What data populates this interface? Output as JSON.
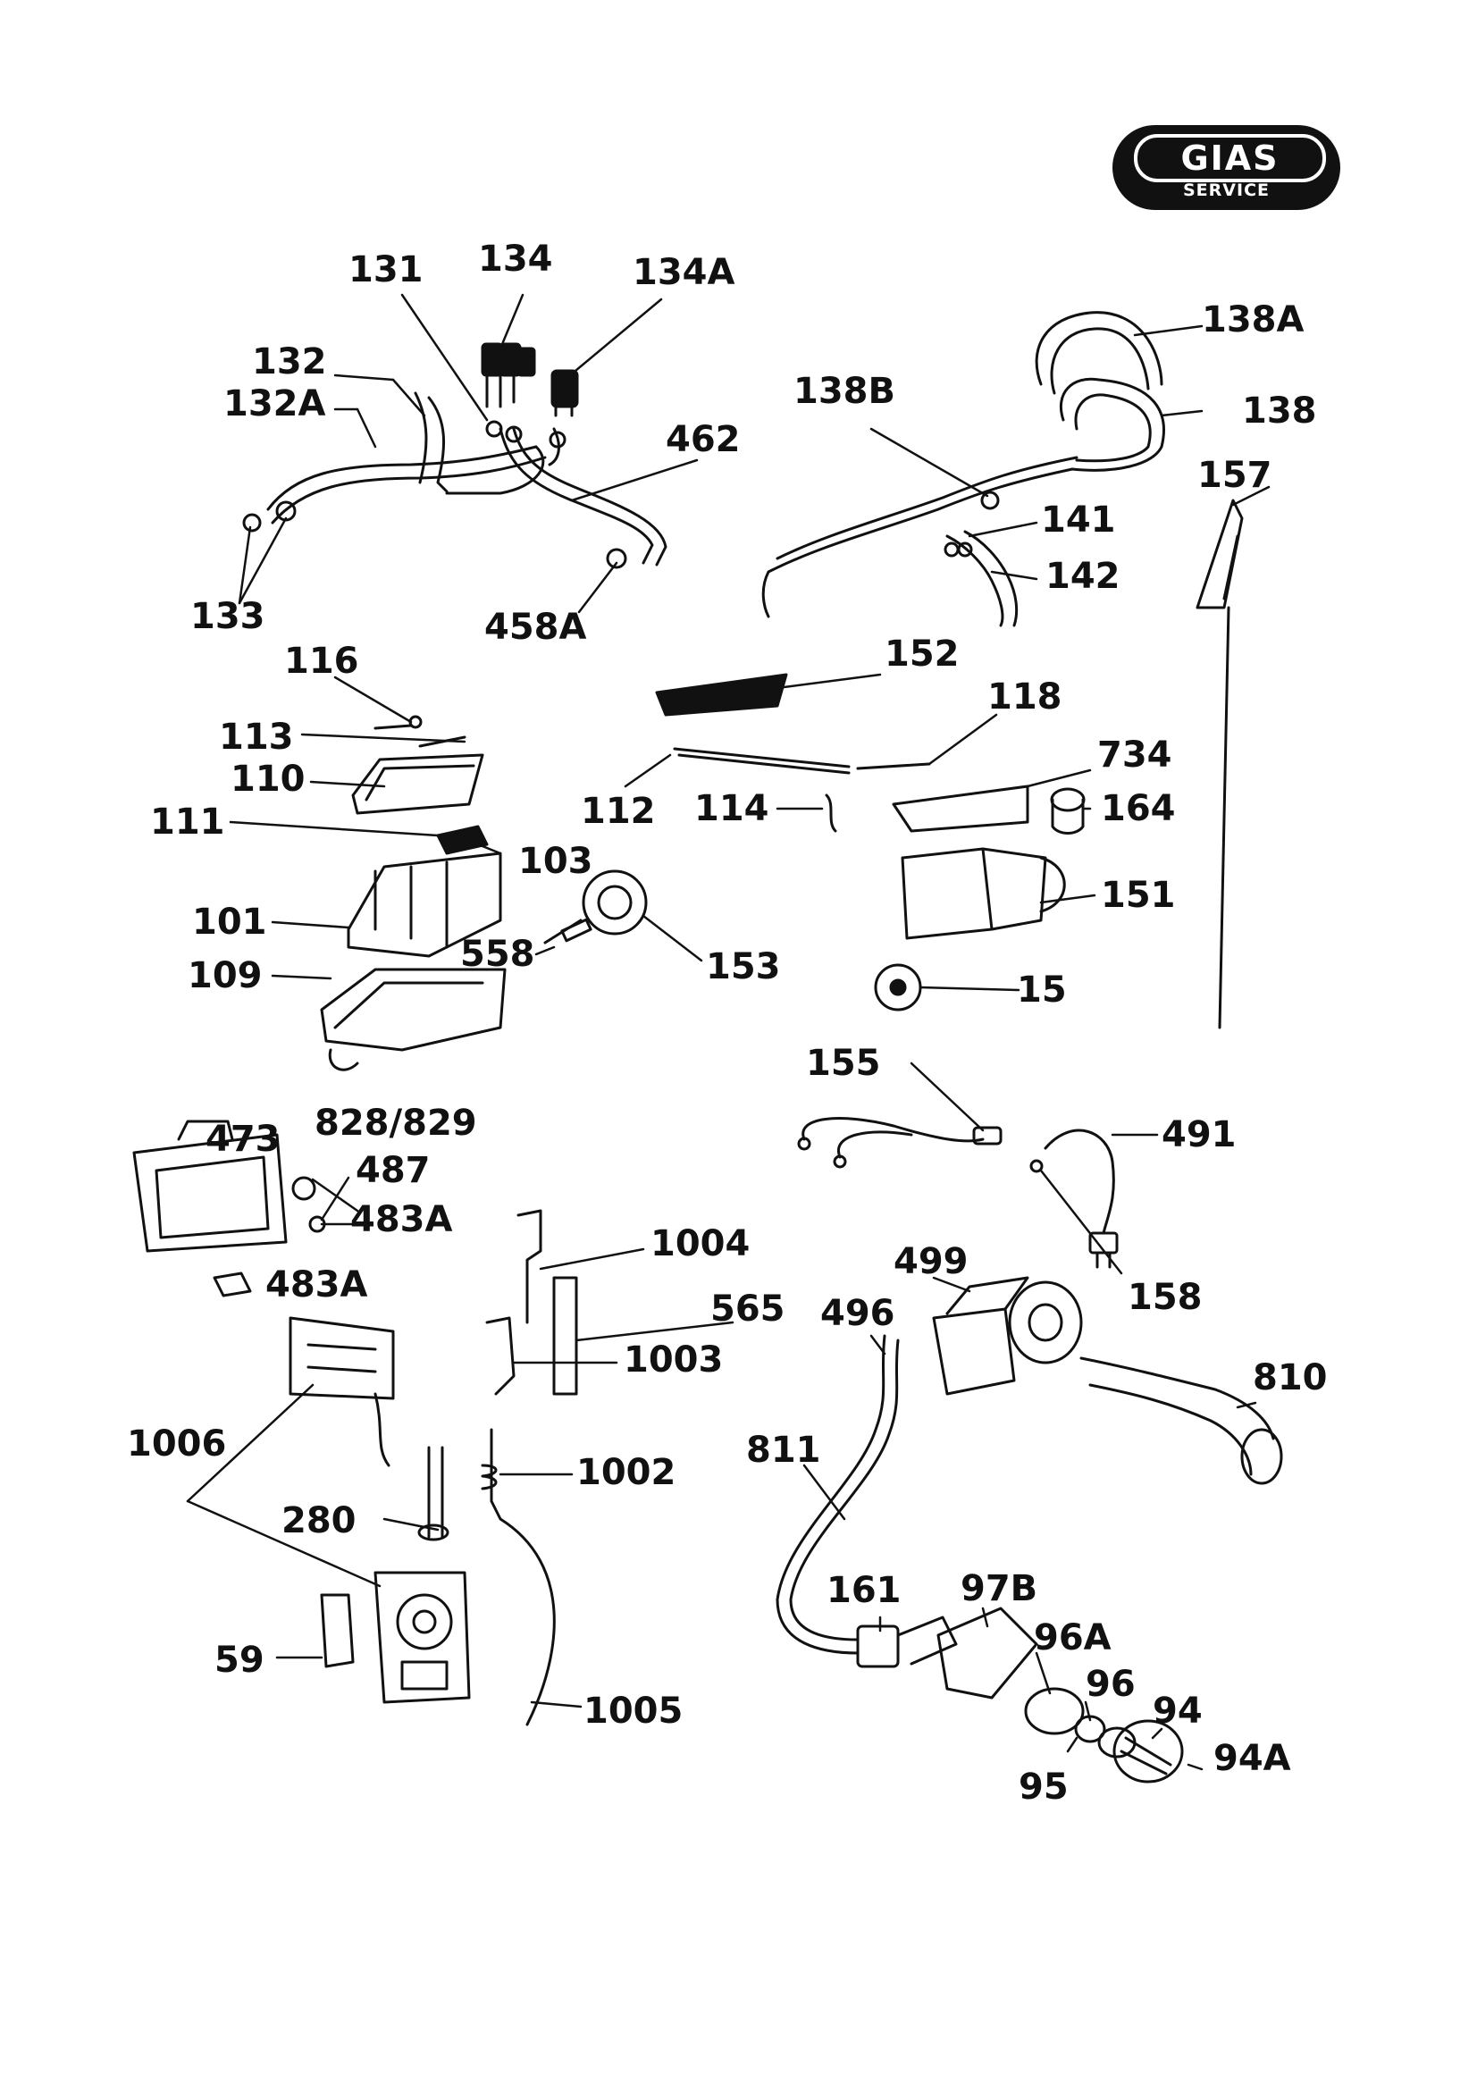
{
  "logo": {
    "brand": "GIAS",
    "tagline": "SERVICE"
  },
  "callouts": {
    "c131": "131",
    "c134": "134",
    "c134A": "134A",
    "c132": "132",
    "c132A": "132A",
    "c462": "462",
    "c133": "133",
    "c458A": "458A",
    "c138A": "138A",
    "c138B": "138B",
    "c138": "138",
    "c157": "157",
    "c141": "141",
    "c142": "142",
    "c116": "116",
    "c113": "113",
    "c110": "110",
    "c111": "111",
    "c103": "103",
    "c101": "101",
    "c109": "109",
    "c558": "558",
    "c153": "153",
    "c152": "152",
    "c118": "118",
    "c112": "112",
    "c114": "114",
    "c734": "734",
    "c164": "164",
    "c151": "151",
    "c15": "15",
    "c155": "155",
    "c491": "491",
    "c158": "158",
    "c473": "473",
    "c828_829": "828/829",
    "c487": "487",
    "c483A_1": "483A",
    "c483A_2": "483A",
    "c1004": "1004",
    "c565": "565",
    "c1003": "1003",
    "c1006": "1006",
    "c1002": "1002",
    "c280": "280",
    "c59": "59",
    "c1005": "1005",
    "c499": "499",
    "c496": "496",
    "c810": "810",
    "c811": "811",
    "c161": "161",
    "c97B": "97B",
    "c96A": "96A",
    "c96": "96",
    "c94": "94",
    "c94A": "94A",
    "c95": "95"
  }
}
